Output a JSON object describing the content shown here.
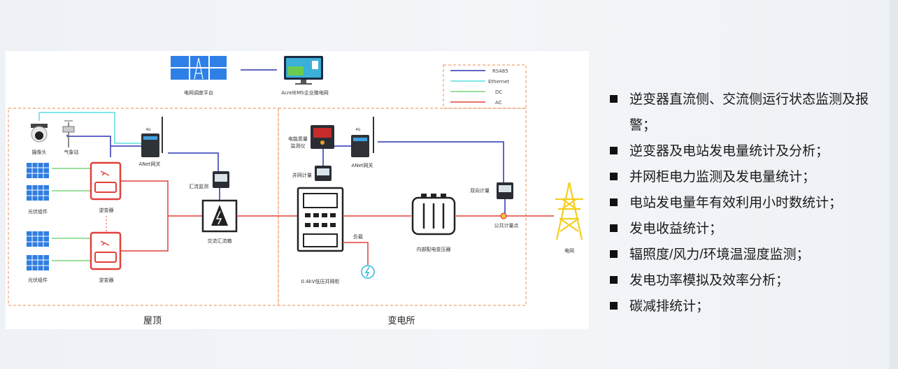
{
  "legend": [
    {
      "label": "RS485",
      "color": "#2b35b5"
    },
    {
      "label": "Ethernet",
      "color": "#5fdde0"
    },
    {
      "label": "DC",
      "color": "#7bd67b"
    },
    {
      "label": "AC",
      "color": "#e0413a"
    }
  ],
  "labels": {
    "grid_dispatch": "电网调度平台",
    "ems": "AcrelEMS企业微电网",
    "camera": "摄像头",
    "weather": "气象站",
    "pv1": "光伏组件",
    "pv2": "光伏组件",
    "inverter1": "逆变器",
    "inverter2": "逆变器",
    "gateway1": "ANet网关",
    "gateway2": "ANet网关",
    "signal1": "4G",
    "signal2": "4G",
    "combiner_monitor": "汇流监测",
    "ac_combiner": "交流汇流箱",
    "pq_monitor_l1": "电能质量",
    "pq_monitor_l2": "监测仪",
    "grid_meter": "并网计量",
    "lv_cabinet": "0.4kV低压并网柜",
    "load": "负载",
    "transformer": "内部配电变压器",
    "bidirectional_meter": "双向计量",
    "common_point": "公共计量点",
    "grid": "电网",
    "zone_roof": "屋顶",
    "zone_substation": "变电所"
  },
  "colors": {
    "rs485": "#2b35b5",
    "ethernet": "#5fdde0",
    "dc": "#7bd67b",
    "ac": "#e0413a",
    "frame": "#f0a070",
    "grid_tower": "#f3cf1f",
    "solar": "#2f7de0"
  },
  "features": [
    "逆变器直流侧、交流侧运行状态监测及报警；",
    "逆变器及电站发电量统计及分析；",
    "并网柜电力监测及发电量统计；",
    "电站发电量年有效利用小时数统计；",
    "发电收益统计；",
    "辐照度/风力/环境温湿度监测；",
    "发电功率模拟及效率分析；",
    "碳减排统计；"
  ]
}
